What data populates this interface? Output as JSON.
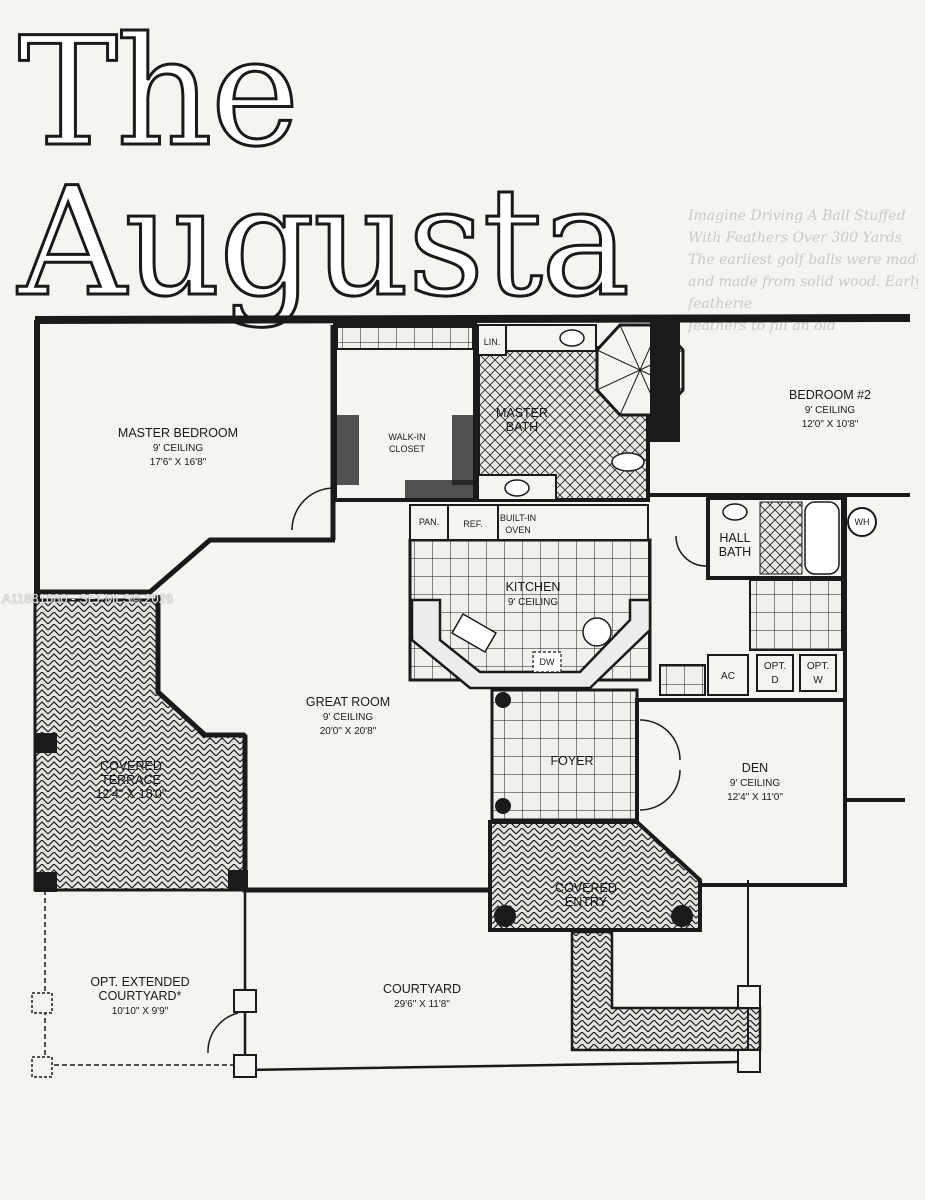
{
  "title": "The Augusta",
  "watermark": "A11881680 - SEFMLS© 2026",
  "background_text": [
    "Imagine Driving A Ball Stuffed",
    "With Feathers Over 300 Yards",
    "The earliest golf balls were made",
    "and made from solid wood. Early",
    "featherie",
    "feathers to fill an old"
  ],
  "rooms": {
    "master_bedroom": {
      "name": "MASTER BEDROOM",
      "ceiling": "9' CEILING",
      "size": "17'6\" X 16'8\""
    },
    "walk_in_closet": {
      "name": "WALK-IN",
      "name2": "CLOSET"
    },
    "linen": {
      "name": "LIN."
    },
    "master_bath": {
      "name": "MASTER",
      "name2": "BATH"
    },
    "bedroom2": {
      "name": "BEDROOM #2",
      "ceiling": "9' CEILING",
      "size": "12'0\" X 10'8\""
    },
    "pantry": {
      "name": "PAN."
    },
    "refrigerator": {
      "name": "REF."
    },
    "built_in_oven": {
      "name": "BUILT-IN",
      "name2": "OVEN"
    },
    "hall_bath": {
      "name": "HALL",
      "name2": "BATH"
    },
    "water_heater": {
      "name": "WH"
    },
    "kitchen": {
      "name": "KITCHEN",
      "ceiling": "9' CEILING"
    },
    "dishwasher": {
      "name": "DW"
    },
    "opt_d": {
      "name": "OPT.",
      "name2": "D"
    },
    "opt_w": {
      "name": "OPT.",
      "name2": "W"
    },
    "ac": {
      "name": "AC"
    },
    "great_room": {
      "name": "GREAT ROOM",
      "ceiling": "9' CEILING",
      "size": "20'0\" X 20'8\""
    },
    "covered_terrace": {
      "name": "COVERED",
      "name2": "TERRACE",
      "size": "12'4\" X 18'0\""
    },
    "foyer": {
      "name": "FOYER"
    },
    "den": {
      "name": "DEN",
      "ceiling": "9' CEILING",
      "size": "12'4\" X 11'0\""
    },
    "covered_entry": {
      "name": "COVERED",
      "name2": "ENTRY"
    },
    "opt_extended_courtyard": {
      "name": "OPT. EXTENDED",
      "name2": "COURTYARD*",
      "size": "10'10\" X 9'9\""
    },
    "courtyard": {
      "name": "COURTYARD",
      "size": "29'6\" X 11'8\""
    }
  },
  "colors": {
    "ink": "#1a1a1a",
    "paper": "#f4f4f1",
    "tile_fill": "#d9d9d6"
  }
}
